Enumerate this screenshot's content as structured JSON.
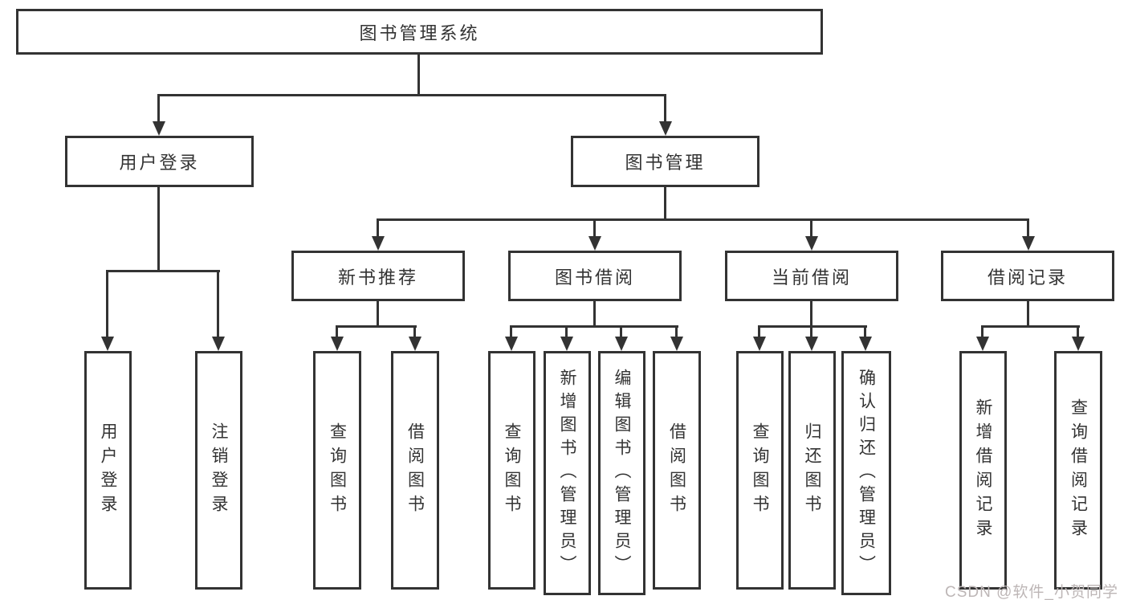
{
  "diagram_type": "hierarchy",
  "tree": {
    "root": "图书管理系统",
    "children": [
      {
        "label": "用户登录",
        "children": [
          "用户登录",
          "注销登录"
        ]
      },
      {
        "label": "图书管理",
        "children": [
          {
            "label": "新书推荐",
            "children": [
              "查询图书",
              "借阅图书"
            ]
          },
          {
            "label": "图书借阅",
            "children": [
              "查询图书",
              "新增图书（管理员）",
              "编辑图书（管理员）",
              "借阅图书"
            ]
          },
          {
            "label": "当前借阅",
            "children": [
              "查询图书",
              "归还图书",
              "确认归还（管理员）"
            ]
          },
          {
            "label": "借阅记录",
            "children": [
              "新增借阅记录",
              "查询借阅记录"
            ]
          }
        ]
      }
    ]
  },
  "watermark": "CSDN @软件_小贺同学",
  "colors": {
    "line": "#333333",
    "text": "#333333",
    "background": "#ffffff",
    "watermark": "#bdb6b6"
  }
}
